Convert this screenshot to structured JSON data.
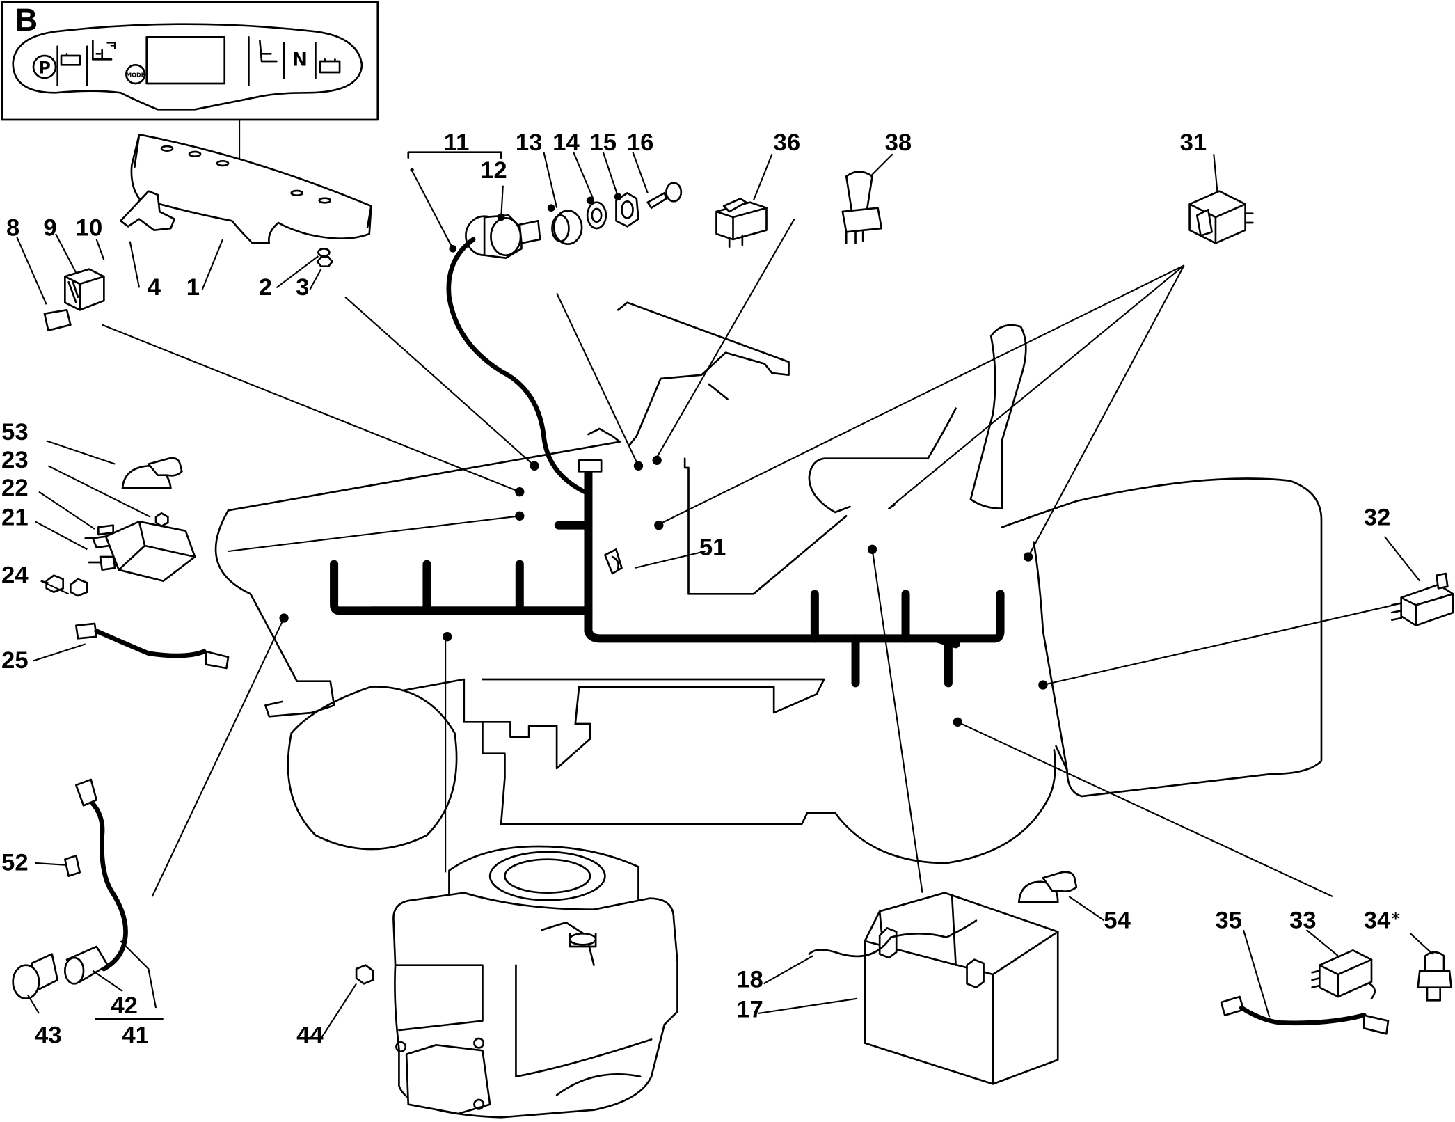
{
  "inset": {
    "label": "B",
    "panel_text": [
      "P",
      "MODE",
      "N"
    ]
  },
  "callouts": [
    {
      "id": "c8",
      "text": "8"
    },
    {
      "id": "c9",
      "text": "9"
    },
    {
      "id": "c10",
      "text": "10"
    },
    {
      "id": "c4",
      "text": "4"
    },
    {
      "id": "c1",
      "text": "1"
    },
    {
      "id": "c2",
      "text": "2"
    },
    {
      "id": "c3",
      "text": "3"
    },
    {
      "id": "c11",
      "text": "11"
    },
    {
      "id": "c12",
      "text": "12"
    },
    {
      "id": "c13",
      "text": "13"
    },
    {
      "id": "c14",
      "text": "14"
    },
    {
      "id": "c15",
      "text": "15"
    },
    {
      "id": "c16",
      "text": "16"
    },
    {
      "id": "c36",
      "text": "36"
    },
    {
      "id": "c38",
      "text": "38"
    },
    {
      "id": "c31",
      "text": "31"
    },
    {
      "id": "c53",
      "text": "53"
    },
    {
      "id": "c23",
      "text": "23"
    },
    {
      "id": "c22",
      "text": "22"
    },
    {
      "id": "c21",
      "text": "21"
    },
    {
      "id": "c24",
      "text": "24"
    },
    {
      "id": "c25",
      "text": "25"
    },
    {
      "id": "c51",
      "text": "51"
    },
    {
      "id": "c32",
      "text": "32"
    },
    {
      "id": "c52",
      "text": "52"
    },
    {
      "id": "c42",
      "text": "42"
    },
    {
      "id": "c43",
      "text": "43"
    },
    {
      "id": "c41",
      "text": "41"
    },
    {
      "id": "c44",
      "text": "44"
    },
    {
      "id": "c54",
      "text": "54"
    },
    {
      "id": "c18",
      "text": "18"
    },
    {
      "id": "c17",
      "text": "17"
    },
    {
      "id": "c35",
      "text": "35"
    },
    {
      "id": "c33",
      "text": "33"
    },
    {
      "id": "c34",
      "text": "34"
    }
  ],
  "asterisk": "*"
}
